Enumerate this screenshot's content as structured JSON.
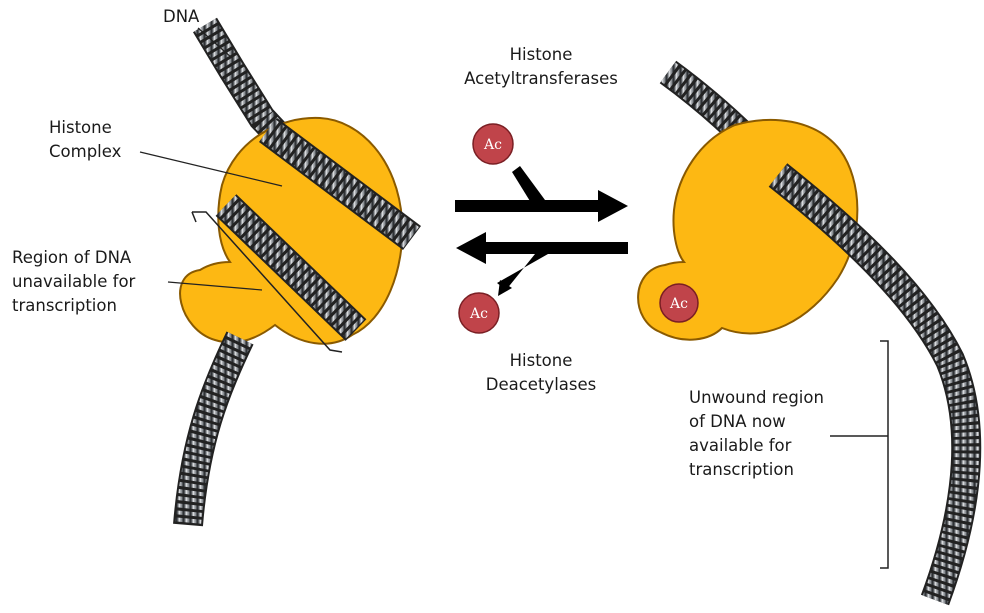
{
  "labels": {
    "dna": "DNA",
    "histone_complex": [
      "Histone",
      "Complex"
    ],
    "region_unavailable": [
      "Region of DNA",
      "unavailable for",
      "transcription"
    ],
    "acetyltransferases": [
      "Histone",
      "Acetyltransferases"
    ],
    "deacetylases": [
      "Histone",
      "Deacetylases"
    ],
    "unwound_region": [
      "Unwound region",
      "of DNA now",
      "available for",
      "transcription"
    ]
  },
  "ac_badges": [
    "Ac",
    "Ac",
    "Ac"
  ],
  "colors": {
    "histone_fill": "#FDB813",
    "histone_stroke": "#8a5a00",
    "dna": "#6f7378",
    "ac_fill": "#C0444A",
    "arrow": "#000000"
  }
}
